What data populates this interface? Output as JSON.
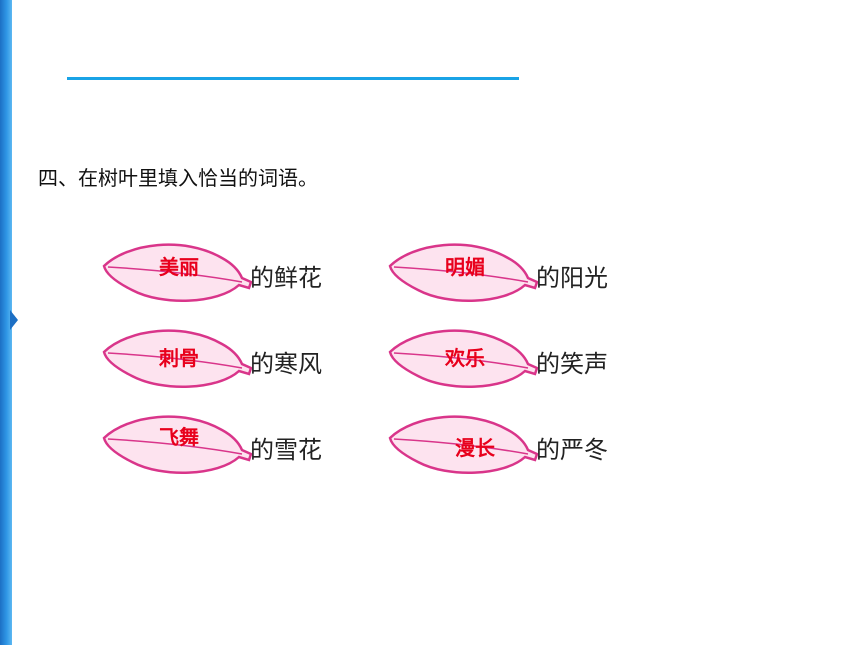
{
  "instruction": "四、在树叶里填入恰当的词语。",
  "leaves": [
    {
      "word": "美丽",
      "suffix": "的鲜花"
    },
    {
      "word": "明媚",
      "suffix": "的阳光"
    },
    {
      "word": "刺骨",
      "suffix": "的寒风"
    },
    {
      "word": "欢乐",
      "suffix": "的笑声"
    },
    {
      "word": "飞舞",
      "suffix": "的雪花"
    },
    {
      "word": "漫长",
      "suffix": "的严冬"
    }
  ],
  "colors": {
    "leaf_outline": "#d9358a",
    "leaf_fill": "#fde3ef",
    "answer_text": "#e8001c",
    "accent_rule": "#19a3e6"
  }
}
